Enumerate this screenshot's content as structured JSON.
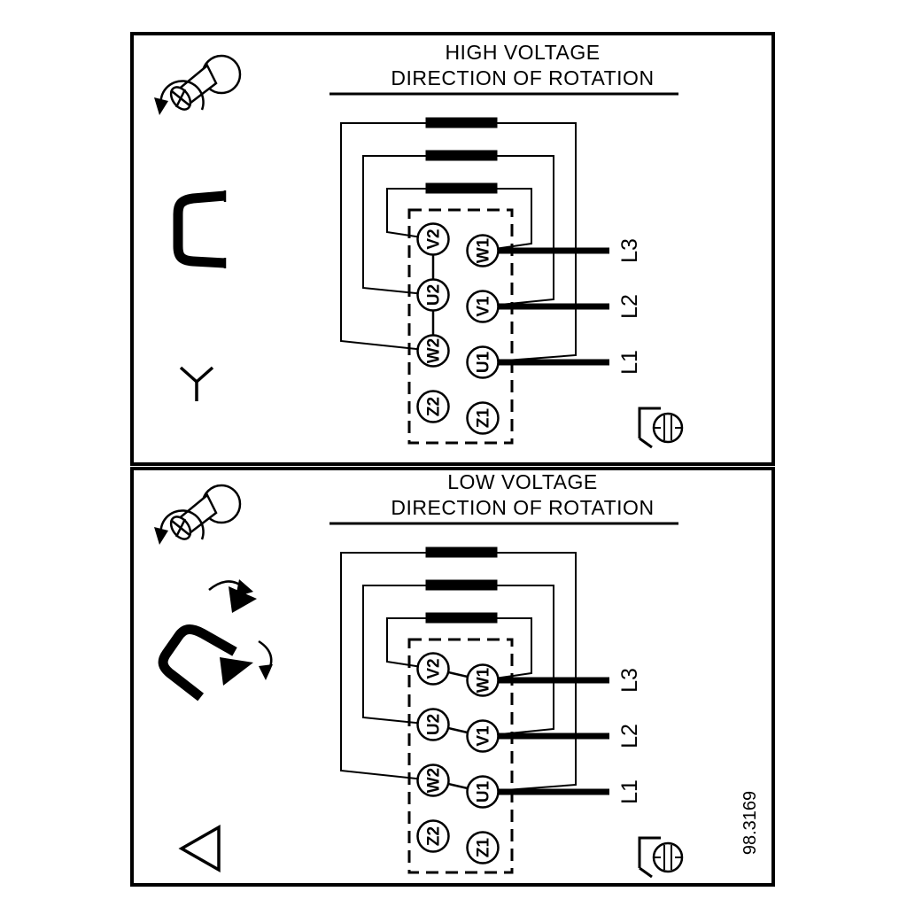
{
  "figure_number": "98.3169",
  "colors": {
    "ink": "#000000",
    "paper": "#ffffff"
  },
  "hv": {
    "title1": "HIGH VOLTAGE",
    "title2": "DIRECTION OF ROTATION",
    "terminals": {
      "v2": "V2",
      "u2": "U2",
      "w2": "W2",
      "z2": "Z2",
      "w1": "W1",
      "v1": "V1",
      "u1": "U1",
      "z1": "Z1"
    },
    "lines": {
      "l3": "L3",
      "l2": "L2",
      "l1": "L1"
    }
  },
  "lv": {
    "title1": "LOW VOLTAGE",
    "title2": "DIRECTION OF ROTATION",
    "terminals": {
      "v2": "V2",
      "u2": "U2",
      "w2": "W2",
      "z2": "Z2",
      "w1": "W1",
      "v1": "V1",
      "u1": "U1",
      "z1": "Z1"
    },
    "lines": {
      "l3": "L3",
      "l2": "L2",
      "l1": "L1"
    }
  },
  "icons": {
    "screw_rotation": "screw-rotation-icon",
    "jumper_bridge": "jumper-bridge-icon",
    "jumper_reposition": "jumper-reposition-icon",
    "hv_connection_symbol": "star-connection-icon",
    "lv_connection_symbol": "delta-connection-icon",
    "terminal_screw": "terminal-screw-icon"
  }
}
